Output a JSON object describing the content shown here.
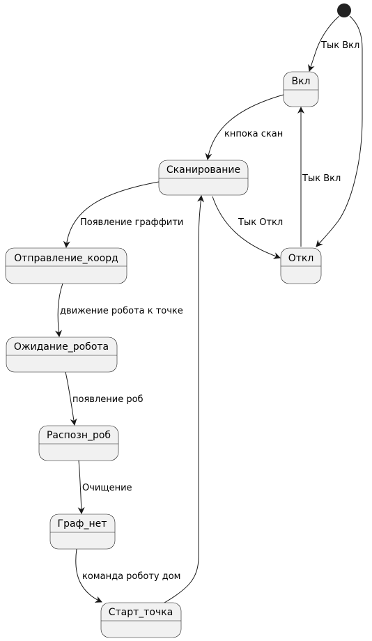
{
  "states": {
    "vkl": "Вкл",
    "scan": "Сканирование",
    "otkl": "Откл",
    "send": "Отправление_коорд",
    "wait": "Ожидание_робота",
    "recog": "Распозн_роб",
    "graf": "Граф_нет",
    "start": "Старт_точка"
  },
  "transitions": {
    "init_to_vkl": "Тык Вкл",
    "vkl_to_scan": "кнпока скан",
    "otkl_to_vkl": "Тык Вкл",
    "scan_to_otkl": "Тык Откл",
    "scan_to_send": "Появление граффити",
    "send_to_wait": "движение робота к точке",
    "wait_to_recog": "появление роб",
    "recog_to_graf": "Очищение",
    "graf_to_start": "команда роботу дом"
  },
  "colors": {
    "state_fill": "#f1f1f1",
    "stroke": "#181818",
    "start_dot": "#222222"
  }
}
